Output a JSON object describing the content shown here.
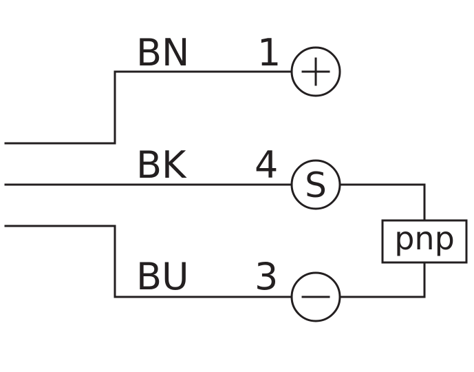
{
  "wires": [
    {
      "color_code": "BN",
      "pin": "1",
      "terminal": "+"
    },
    {
      "color_code": "BK",
      "pin": "4",
      "terminal": "S"
    },
    {
      "color_code": "BU",
      "pin": "3",
      "terminal": "−"
    }
  ],
  "output_box": {
    "label": "pnp"
  },
  "colors": {
    "line": "#231f20",
    "background": "#ffffff"
  }
}
